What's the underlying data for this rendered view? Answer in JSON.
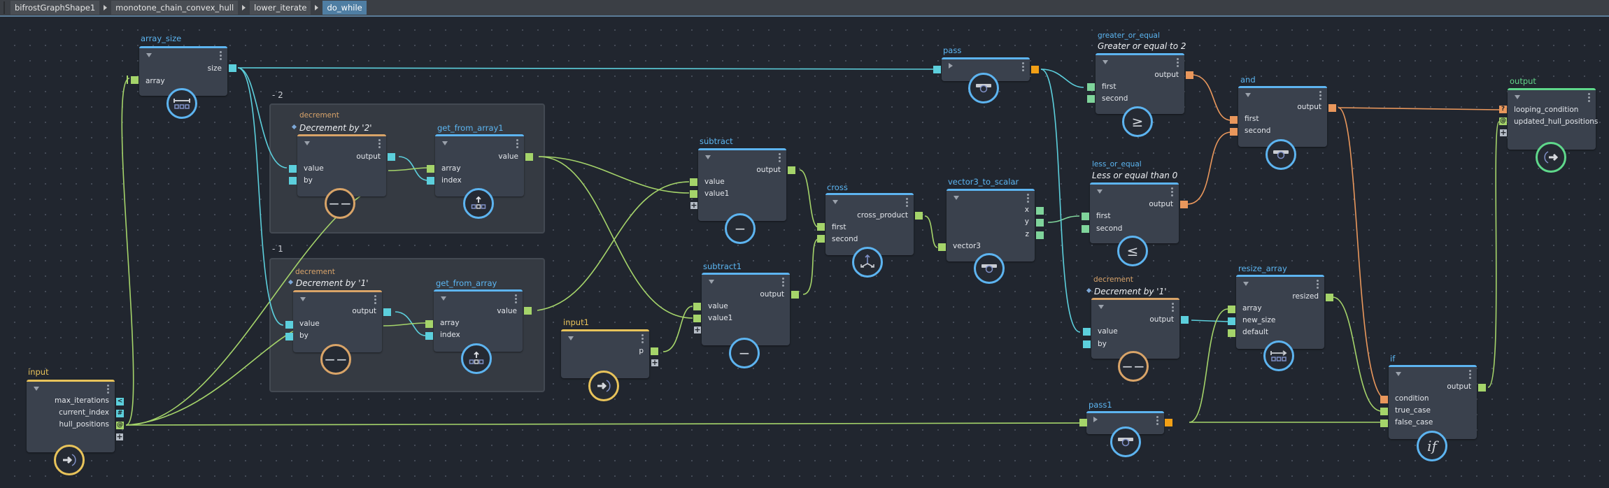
{
  "breadcrumb": [
    "bifrostGraphShape1",
    "monotone_chain_convex_hull",
    "lower_iterate",
    "do_while"
  ],
  "colors": {
    "node_blue": "#5db4f0",
    "node_orange": "#d9a468",
    "node_yellow": "#e8c35a",
    "node_green": "#5fd88b",
    "port_cyan": "#5ccfdc",
    "port_green": "#a5d46a",
    "port_orange": "#e9975c"
  },
  "backdrops": [
    {
      "title": "- 2"
    },
    {
      "title": "- 1"
    }
  ],
  "nodes": {
    "array_size": {
      "label": "array_size",
      "inputs": [
        "array"
      ],
      "outputs": [
        "size"
      ],
      "icon": "array-size-icon"
    },
    "decrement2": {
      "label": "decrement",
      "comment": "Decrement by '2'",
      "inputs": [
        "value",
        "by"
      ],
      "outputs": [
        "output"
      ],
      "icon": "decrement-icon",
      "icon_text": "−−"
    },
    "get_from_array1": {
      "label": "get_from_array1",
      "inputs": [
        "array",
        "index"
      ],
      "outputs": [
        "value"
      ],
      "icon": "get-from-array-icon"
    },
    "decrement1": {
      "label": "decrement",
      "comment": "Decrement by '1'",
      "inputs": [
        "value",
        "by"
      ],
      "outputs": [
        "output"
      ],
      "icon": "decrement-icon",
      "icon_text": "−−"
    },
    "get_from_array": {
      "label": "get_from_array",
      "inputs": [
        "array",
        "index"
      ],
      "outputs": [
        "value"
      ],
      "icon": "get-from-array-icon"
    },
    "input": {
      "label": "input",
      "outputs": [
        "max_iterations",
        "current_index",
        "hull_positions"
      ],
      "output_glyphs": [
        "<",
        "#",
        "@"
      ],
      "icon": "input-icon"
    },
    "subtract": {
      "label": "subtract",
      "inputs": [
        "value",
        "value1"
      ],
      "outputs": [
        "output"
      ],
      "icon": "subtract-icon",
      "icon_text": "−"
    },
    "subtract1": {
      "label": "subtract1",
      "inputs": [
        "value",
        "value1"
      ],
      "outputs": [
        "output"
      ],
      "icon": "subtract-icon",
      "icon_text": "−"
    },
    "input1": {
      "label": "input1",
      "outputs": [
        "p"
      ],
      "icon": "input-icon"
    },
    "cross": {
      "label": "cross",
      "inputs": [
        "first",
        "second"
      ],
      "outputs": [
        "cross_product"
      ],
      "icon": "axes-icon"
    },
    "vector3_to_scalar": {
      "label": "vector3_to_scalar",
      "inputs": [
        "vector3"
      ],
      "outputs": [
        "x",
        "y",
        "z"
      ],
      "icon": "pass-icon"
    },
    "pass": {
      "label": "pass",
      "icon": "pass-icon"
    },
    "greater_or_equal": {
      "label": "greater_or_equal",
      "comment": "Greater or equal to 2",
      "inputs": [
        "first",
        "second"
      ],
      "outputs": [
        "output"
      ],
      "icon": "greater-equal-icon",
      "icon_text": "≥"
    },
    "less_or_equal": {
      "label": "less_or_equal",
      "comment": "Less or equal than 0",
      "inputs": [
        "first",
        "second"
      ],
      "outputs": [
        "output"
      ],
      "icon": "less-equal-icon",
      "icon_text": "≤"
    },
    "decrement3": {
      "label": "decrement",
      "comment": "Decrement by '1'",
      "inputs": [
        "value",
        "by"
      ],
      "outputs": [
        "output"
      ],
      "icon": "decrement-icon",
      "icon_text": "−−"
    },
    "and": {
      "label": "and",
      "inputs": [
        "first",
        "second"
      ],
      "outputs": [
        "output"
      ],
      "icon": "pass-icon"
    },
    "resize_array": {
      "label": "resize_array",
      "inputs": [
        "array",
        "new_size",
        "default"
      ],
      "outputs": [
        "resized"
      ],
      "icon": "resize-array-icon"
    },
    "pass1": {
      "label": "pass1",
      "icon": "pass-icon"
    },
    "if": {
      "label": "if",
      "inputs": [
        "condition",
        "true_case",
        "false_case"
      ],
      "outputs": [
        "output"
      ],
      "icon": "if-icon",
      "icon_text": "if"
    },
    "output": {
      "label": "output",
      "inputs": [
        "looping_condition",
        "updated_hull_positions"
      ],
      "input_glyphs": [
        "?",
        "@"
      ],
      "icon": "output-icon"
    }
  }
}
